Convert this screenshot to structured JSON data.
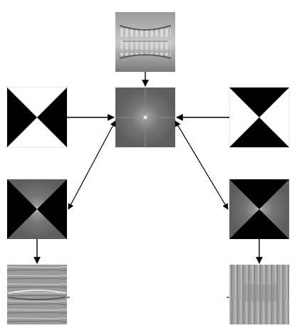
{
  "diagram": {
    "nodes": [
      {
        "id": "dental-xray",
        "kind": "photo"
      },
      {
        "id": "fourier-spectrum",
        "kind": "spectrum"
      },
      {
        "id": "mask-horizontal",
        "kind": "mask",
        "black_regions": "left-right"
      },
      {
        "id": "mask-vertical",
        "kind": "mask",
        "black_regions": "top-bottom"
      },
      {
        "id": "filtered-spectrum-horizontal",
        "kind": "filtered-spectrum",
        "black_regions": "left-right"
      },
      {
        "id": "filtered-spectrum-vertical",
        "kind": "filtered-spectrum",
        "black_regions": "top-bottom"
      },
      {
        "id": "reconstruction-horizontal",
        "kind": "reconstruction",
        "stripes": "horizontal"
      },
      {
        "id": "reconstruction-vertical",
        "kind": "reconstruction",
        "stripes": "vertical"
      }
    ],
    "edges": [
      {
        "from": "dental-xray",
        "to": "fourier-spectrum"
      },
      {
        "from": "mask-horizontal",
        "to": "fourier-spectrum"
      },
      {
        "from": "mask-vertical",
        "to": "fourier-spectrum"
      },
      {
        "from": "fourier-spectrum",
        "to": "filtered-spectrum-horizontal",
        "bidirectional": true
      },
      {
        "from": "fourier-spectrum",
        "to": "filtered-spectrum-vertical",
        "bidirectional": true
      },
      {
        "from": "filtered-spectrum-horizontal",
        "to": "reconstruction-horizontal"
      },
      {
        "from": "filtered-spectrum-vertical",
        "to": "reconstruction-vertical"
      }
    ]
  },
  "colors": {
    "background": "#ffffff",
    "arrow": "#000000",
    "mask_black": "#000000",
    "mask_white": "#ffffff",
    "spectrum_gray": "#6e6e6e",
    "xray_gray": "#8a8a8a"
  }
}
